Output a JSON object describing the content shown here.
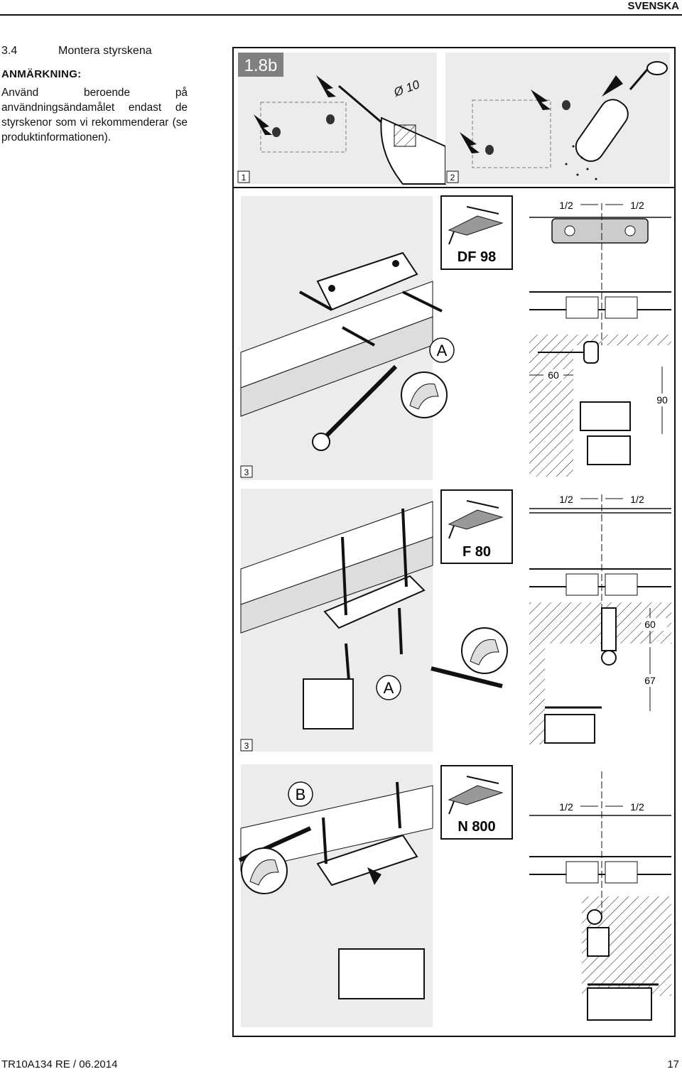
{
  "header": {
    "language": "SVENSKA"
  },
  "section": {
    "number": "3.4",
    "title": "Montera styrskena"
  },
  "note": {
    "heading": "ANMÄRKNING:",
    "body": "Använd beroende på användningsändamålet endast de styrskenor som vi rekommenderar (se produktinformationen)."
  },
  "figure": {
    "id": "1.8b",
    "drill_size": "Ø 10",
    "steps": [
      "1",
      "2",
      "3",
      "3"
    ],
    "profiles": [
      "DF 98",
      "F 80",
      "N 800"
    ],
    "callouts": [
      "A",
      "A",
      "B"
    ],
    "half_marks": [
      "1/2",
      "1/2"
    ],
    "dims_df98": [
      "60",
      "90"
    ],
    "dims_f80": [
      "60",
      "67"
    ]
  },
  "footer": {
    "doc_ref": "TR10A134 RE / 06.2014",
    "page": "17"
  },
  "colors": {
    "ink": "#111111",
    "panel": "#ececec",
    "badge": "#808080"
  }
}
